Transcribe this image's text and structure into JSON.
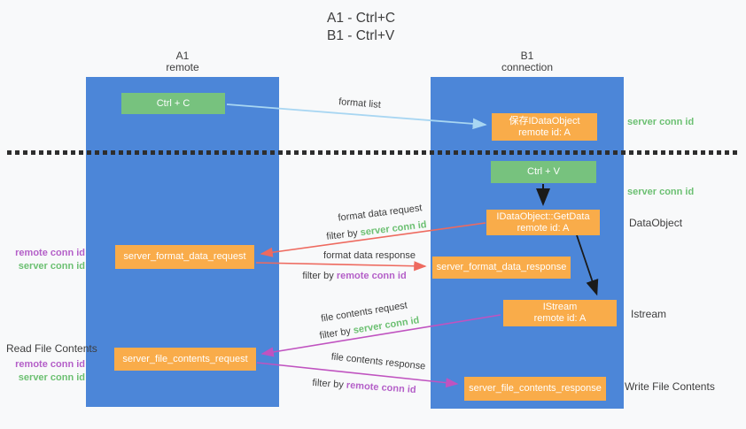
{
  "title": {
    "line1": "A1 - Ctrl+C",
    "line2": "B1 - Ctrl+V"
  },
  "lifelines": {
    "a1": {
      "name": "A1",
      "subtitle": "remote"
    },
    "b1": {
      "name": "B1",
      "subtitle": "connection"
    }
  },
  "nodes": {
    "ctrl_c": {
      "label": "Ctrl + C"
    },
    "save_idataobject": {
      "line1": "保存IDataObject",
      "line2": "remote id: A"
    },
    "ctrl_v": {
      "label": "Ctrl + V"
    },
    "getdata": {
      "line1": "IDataObject::GetData",
      "line2": "remote id: A"
    },
    "server_format_data_request": {
      "label": "server_format_data_request"
    },
    "server_format_data_response": {
      "label": "server_format_data_response"
    },
    "istream": {
      "line1": "IStream",
      "line2": "remote id: A"
    },
    "server_file_contents_request": {
      "label": "server_file_contents_request"
    },
    "server_file_contents_response": {
      "label": "server_file_contents_response"
    }
  },
  "edges": {
    "format_list": {
      "label": "format list"
    },
    "format_data_request": {
      "label": "format data request",
      "filter_prefix": "filter by",
      "filter_key": "server conn id"
    },
    "format_data_response": {
      "label": "format data response",
      "filter_prefix": "filter by",
      "filter_key": "remote conn id"
    },
    "file_contents_request": {
      "label": "file contents request",
      "filter_prefix": "filter by",
      "filter_key": "server conn id"
    },
    "file_contents_response": {
      "label": "file contents response",
      "filter_prefix": "filter by",
      "filter_key": "remote conn id"
    }
  },
  "annotations": {
    "right_server_conn_id_top": "server conn id",
    "right_server_conn_id_mid": "server conn id",
    "right_dataobject": "DataObject",
    "right_istream": "Istream",
    "right_write_file_contents": "Write File Contents",
    "left_remote_conn_id_1": "remote conn id",
    "left_server_conn_id_1": "server conn id",
    "left_read_file_contents": "Read File Contents",
    "left_remote_conn_id_2": "remote conn id",
    "left_server_conn_id_2": "server conn id"
  },
  "colors": {
    "lifeline_blue": "#4c86d8",
    "node_orange": "#f9ac4a",
    "node_green": "#77c27e",
    "arrow_red": "#ee6a5f",
    "arrow_purple": "#c053c0",
    "arrow_light_blue": "#a8d6f2",
    "arrow_black": "#1a1a1a",
    "text_green": "#6cc072",
    "text_purple": "#b45fc8",
    "text_dark": "#3d3d3d",
    "background": "#f8f9fa"
  }
}
